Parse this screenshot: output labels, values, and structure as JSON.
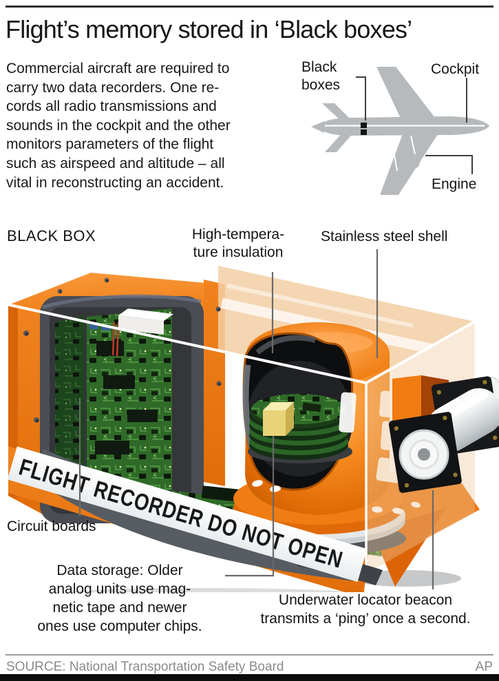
{
  "header": {
    "title": "Flight’s memory stored in ‘Black boxes’"
  },
  "intro": {
    "lines": [
      "Commercial aircraft are required to",
      "carry two data recorders. One re-",
      "cords all radio transmissions and",
      "sounds in the cockpit and the other",
      "monitors parameters of the flight",
      "such as airspeed and altitude – all",
      "vital in reconstructing an accident."
    ]
  },
  "plane": {
    "label_black_boxes_line1": "Black",
    "label_black_boxes_line2": "boxes",
    "label_cockpit": "Cockpit",
    "label_engine": "Engine"
  },
  "diagram": {
    "heading": "BLACK BOX",
    "label_insulation_line1": "High-tempera-",
    "label_insulation_line2": "ture insulation",
    "label_shell": "Stainless steel shell",
    "label_circuit_boards": "Circuit boards",
    "band_text": "FLIGHT RECORDER DO NOT OPEN",
    "data_storage_lines": [
      "Data storage: Older",
      "analog units use mag-",
      "netic tape and newer",
      "ones use computer chips."
    ],
    "beacon_lines": [
      "Underwater locator beacon",
      "transmits a ‘ping’ once a second."
    ]
  },
  "footer": {
    "source": "SOURCE: National Transportation Safety Board",
    "credit": "AP"
  },
  "colors": {
    "orange": "#f58220",
    "orange_dark": "#d96408",
    "insulation_gray": "#4a4d54",
    "pcb_green": "#2f6a28",
    "shell_beige": "#f3cfa4",
    "plane_gray": "#b6babd",
    "band_white": "#ffffff",
    "text_black": "#1a1a1a",
    "footer_gray": "#8a8a8a"
  }
}
